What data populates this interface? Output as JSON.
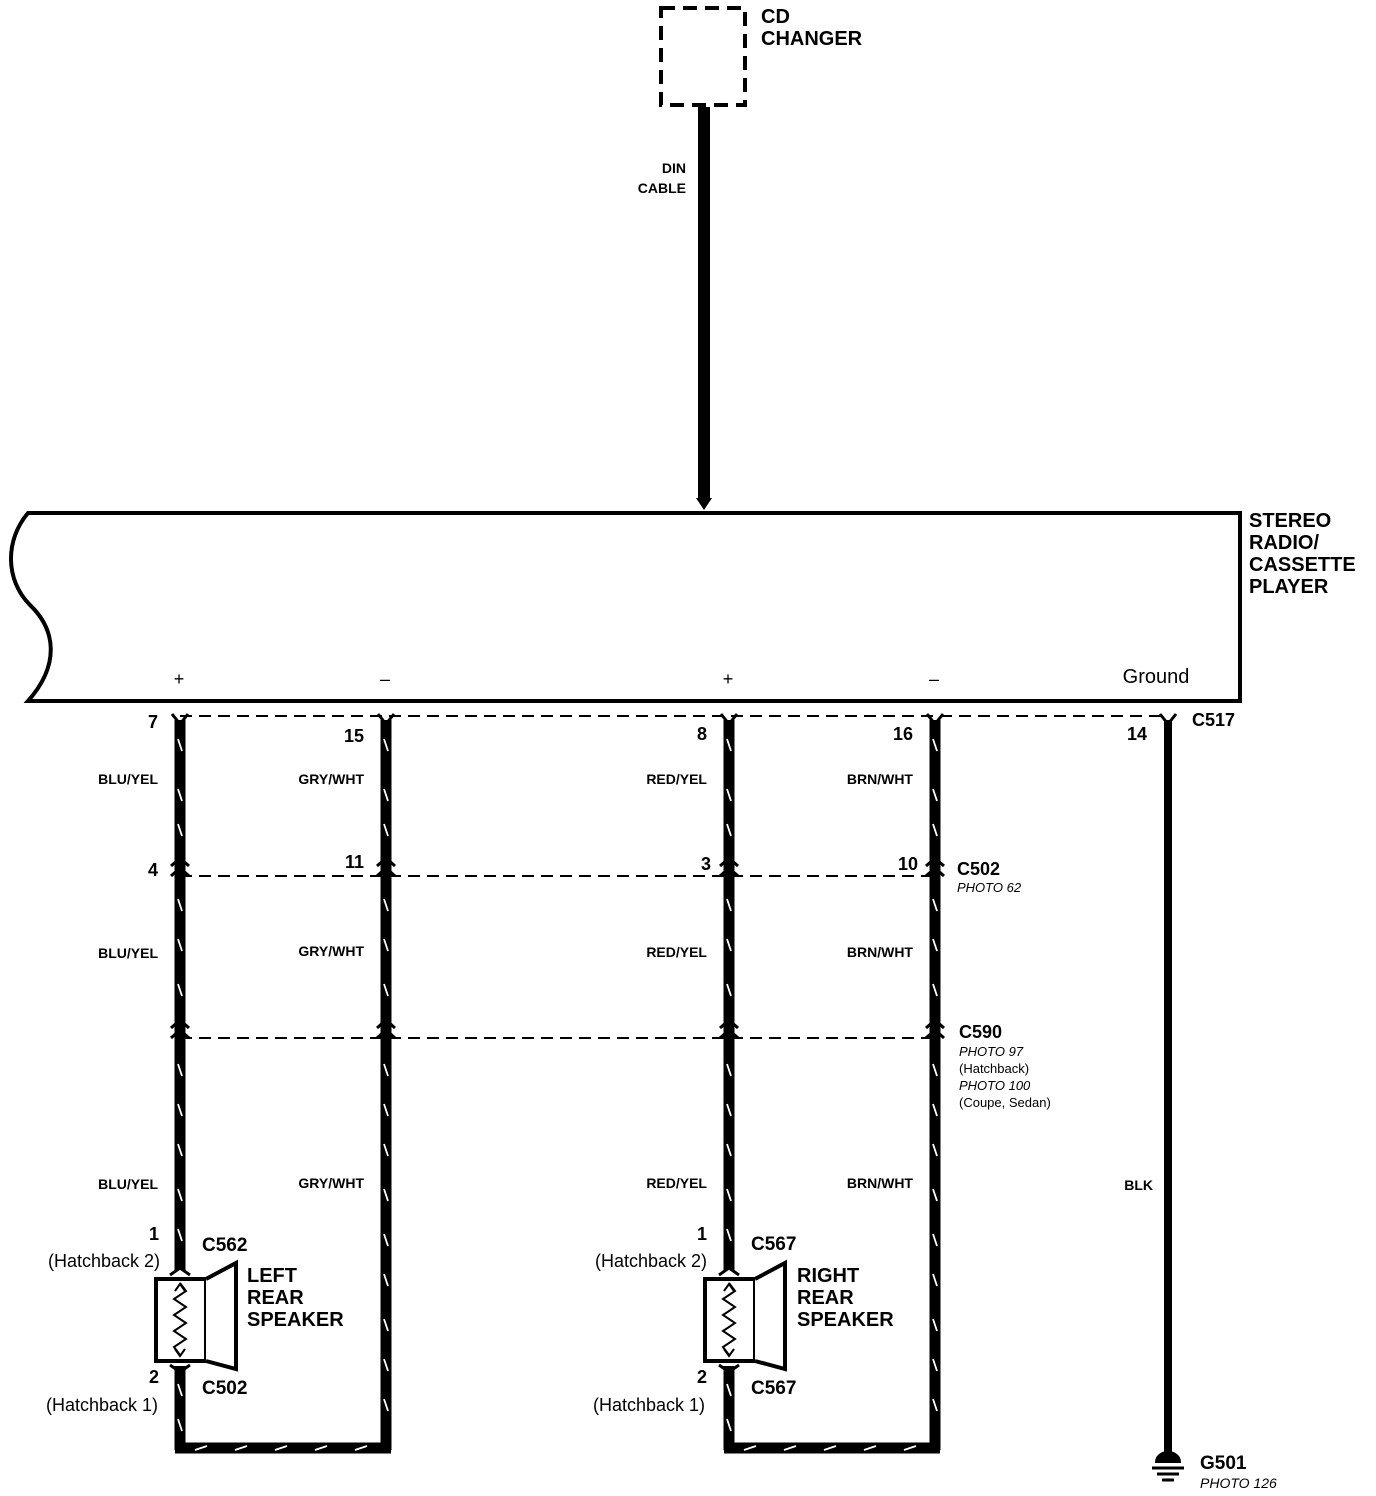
{
  "cd_changer": {
    "line1": "CD",
    "line2": "CHANGER"
  },
  "din_cable": {
    "line1": "DIN",
    "line2": "CABLE"
  },
  "radio": {
    "line1": "STEREO",
    "line2": "RADIO/",
    "line3": "CASSETTE",
    "line4": "PLAYER",
    "plus": "+",
    "minus": "–",
    "ground": "Ground"
  },
  "c517": {
    "name": "C517",
    "pins": {
      "lr_pos": "7",
      "lr_neg": "15",
      "rr_pos": "8",
      "rr_neg": "16",
      "ground": "14"
    }
  },
  "c502_mid": {
    "name": "C502",
    "photo": "PHOTO 62",
    "pins": {
      "lr_pos": "4",
      "lr_neg": "11",
      "rr_pos": "3",
      "rr_neg": "10"
    }
  },
  "c590": {
    "name": "C590",
    "photo1": "PHOTO 97",
    "note1": "(Hatchback)",
    "photo2": "PHOTO 100",
    "note2": "(Coupe, Sedan)"
  },
  "wires": {
    "lr_pos": "BLU/YEL",
    "lr_neg": "GRY/WHT",
    "rr_pos": "RED/YEL",
    "rr_neg": "BRN/WHT",
    "ground": "BLK"
  },
  "left_speaker": {
    "line1": "LEFT",
    "line2": "REAR",
    "line3": "SPEAKER",
    "top_pin": "1",
    "top_note": "(Hatchback 2)",
    "top_connector": "C562",
    "bottom_pin": "2",
    "bottom_note": "(Hatchback 1)",
    "bottom_connector": "C502"
  },
  "right_speaker": {
    "line1": "RIGHT",
    "line2": "REAR",
    "line3": "SPEAKER",
    "top_pin": "1",
    "top_note": "(Hatchback 2)",
    "top_connector": "C567",
    "bottom_pin": "2",
    "bottom_note": "(Hatchback 1)",
    "bottom_connector": "C567"
  },
  "ground_point": {
    "name": "G501",
    "photo": "PHOTO 126"
  }
}
